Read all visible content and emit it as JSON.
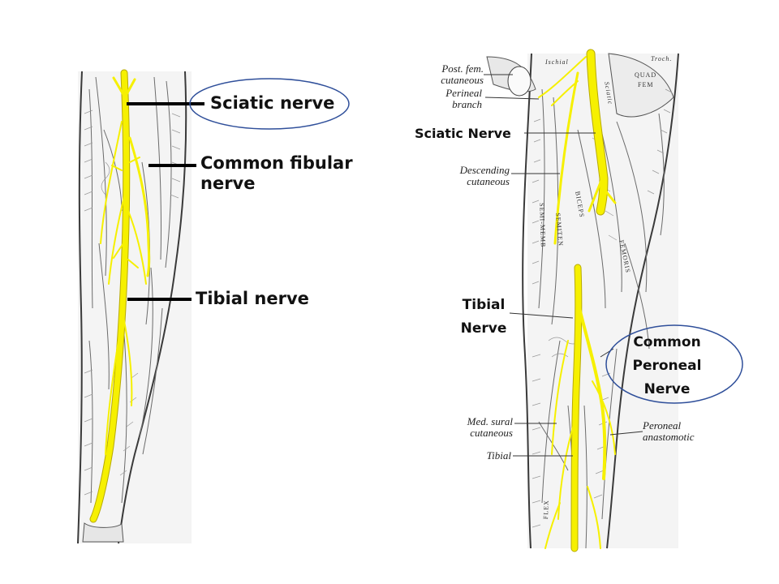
{
  "colors": {
    "nerve": "#f6f000",
    "nerve_outline": "#b8aa00",
    "outline": "#3a3a3a",
    "highlight_ring": "#2f4f9a",
    "leader": "#000000"
  },
  "left_diagram": {
    "sciatic": "Sciatic nerve",
    "common_fibular_line1": "Common fibular",
    "common_fibular_line2": "nerve",
    "tibial": "Tibial nerve"
  },
  "right_diagram": {
    "post_fem_line1": "Post. fem.",
    "post_fem_line2": "cutaneous",
    "perineal_line1": "Perineal",
    "perineal_line2": "branch",
    "sciatic": "Sciatic Nerve",
    "descending_line1": "Descending",
    "descending_line2": "cutaneous",
    "tibial_line1": "Tibial",
    "tibial_line2": "Nerve",
    "common_peroneal_line1": "Common",
    "common_peroneal_line2": "Peroneal",
    "common_peroneal_line3": "Nerve",
    "med_sural_line1": "Med. sural",
    "med_sural_line2": "cutaneous",
    "tibial_small": "Tibial",
    "peroneal_anast_line1": "Peroneal",
    "peroneal_anast_line2": "anastomotic",
    "muscle_biceps": "BICEPS",
    "muscle_femoris": "FEMORIS",
    "muscle_semimemb": "SEMI-MEMB",
    "muscle_semiten": "SEMITEN",
    "muscle_quad": "QUAD",
    "muscle_fem": "FEM",
    "muscle_troch": "Troch.",
    "muscle_ischial": "Ischial",
    "muscle_sciatic": "Sciatic",
    "muscle_flex": "FLEX"
  }
}
